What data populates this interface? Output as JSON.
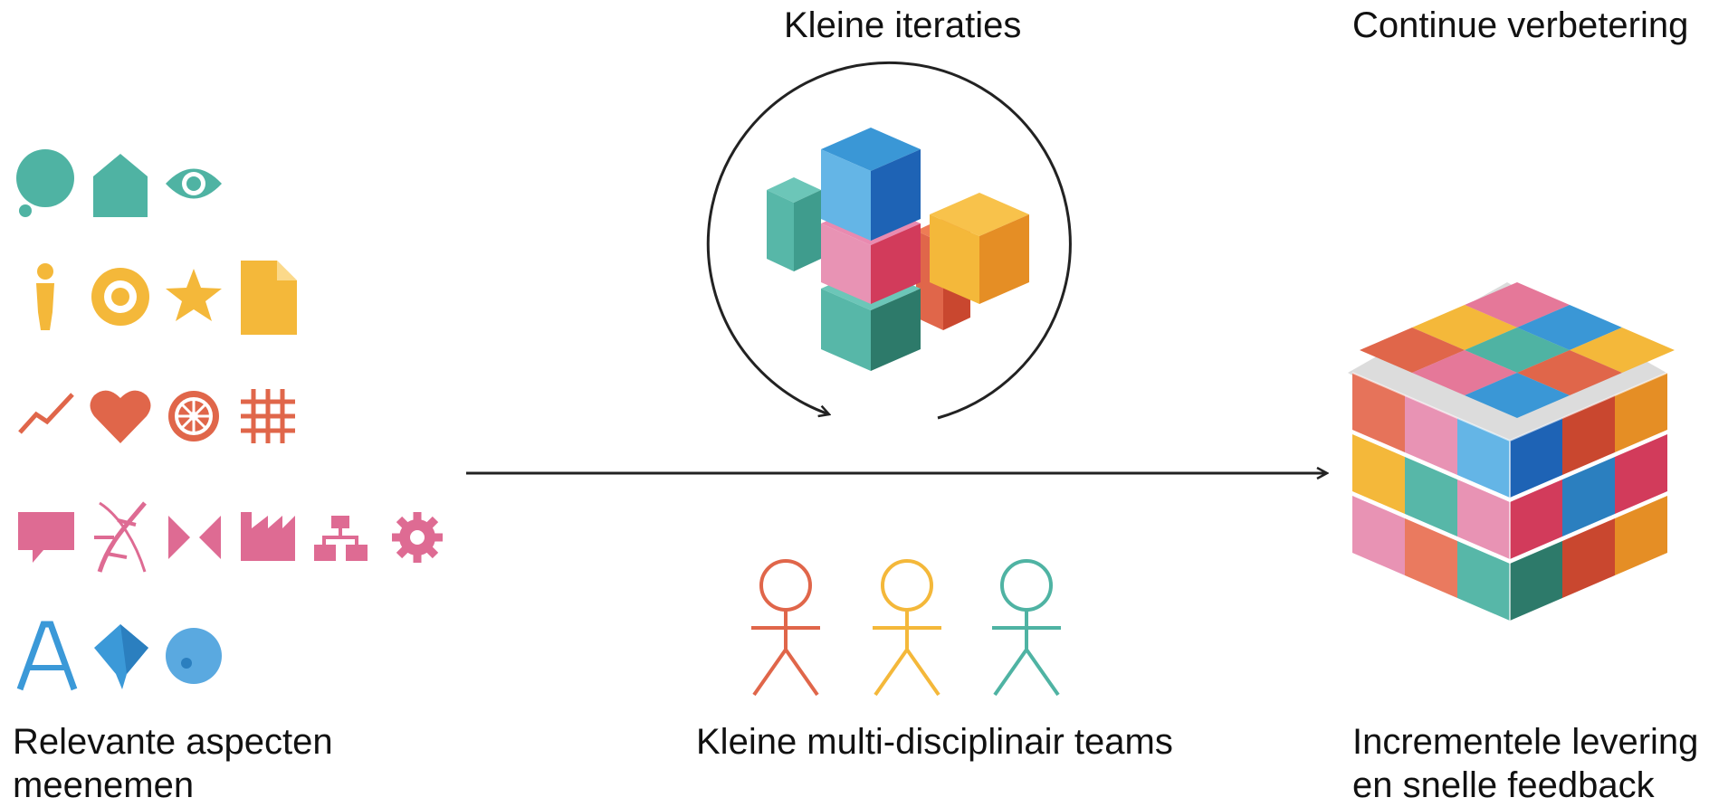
{
  "labels": {
    "kleine_iteraties": "Kleine iteraties",
    "continue_verbetering": "Continue verbetering",
    "relevante_aspecten": [
      "Relevante aspecten",
      "meenemen"
    ],
    "teams": "Kleine multi-disciplinair teams",
    "incrementele_levering": [
      "Incrementele levering",
      "en snelle feedback"
    ]
  },
  "colors": {
    "teal": "#4fb3a3",
    "yellow": "#f4b83a",
    "orange": "#e0664a",
    "pink": "#de6b93",
    "blue": "#3b99d8",
    "line": "#222222"
  },
  "icon_rows": [
    [
      "speech-bubble-icon",
      "house-icon",
      "eye-icon"
    ],
    [
      "person-icon",
      "target-icon",
      "star-icon",
      "document-icon"
    ],
    [
      "trend-line-icon",
      "heart-icon",
      "wheel-icon",
      "grid-icon"
    ],
    [
      "chat-icon",
      "dna-icon",
      "bowtie-icon",
      "factory-icon",
      "org-chart-icon",
      "gear-icon"
    ],
    [
      "letter-a-icon",
      "diamond-icon",
      "circle-icon"
    ]
  ],
  "team_colors": [
    "#e0664a",
    "#f4b83a",
    "#4fb3a3"
  ]
}
